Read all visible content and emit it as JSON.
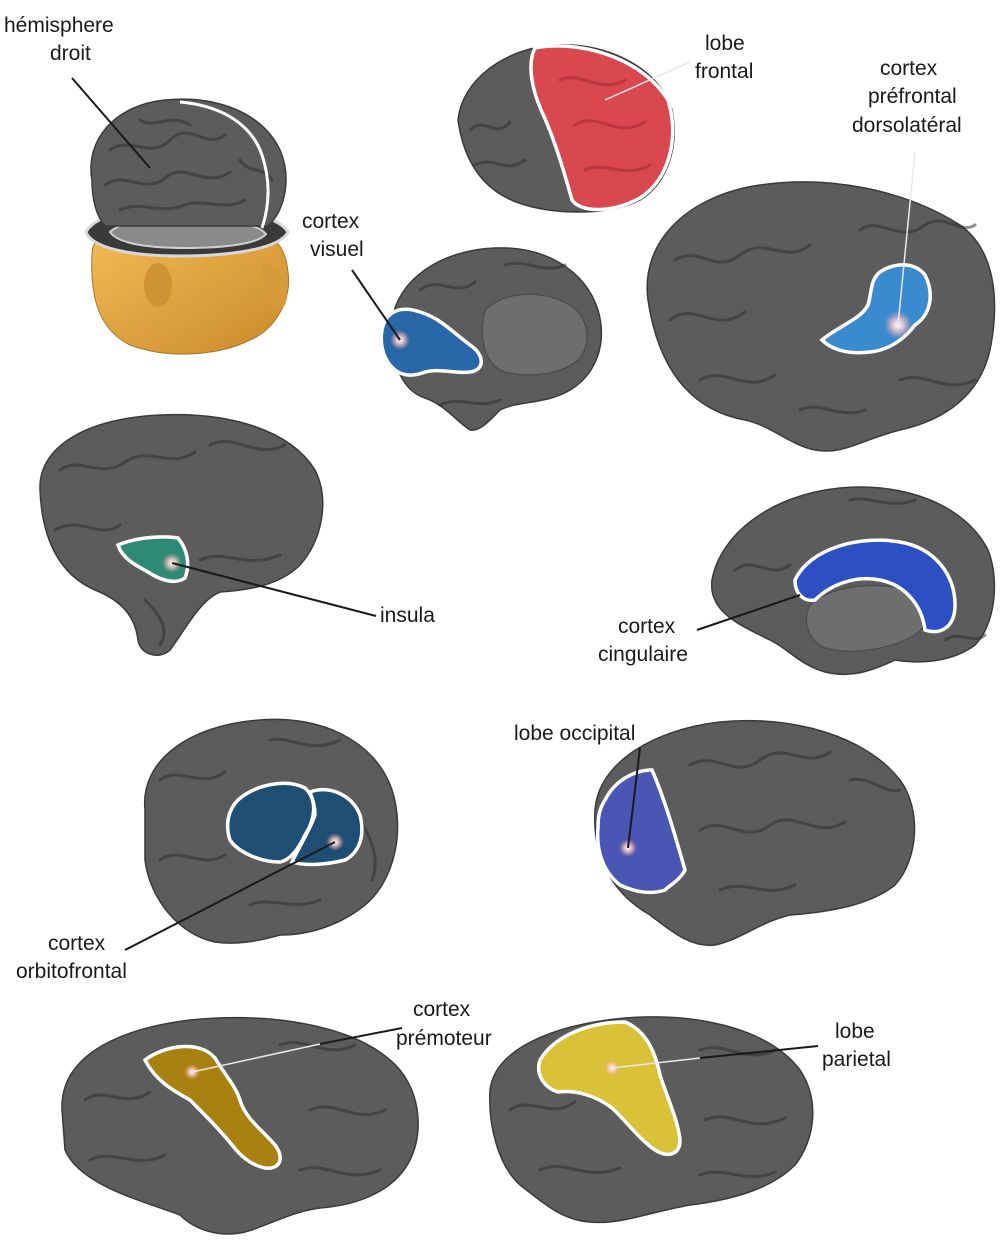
{
  "labels": {
    "hemisphere": [
      "hémisphere",
      "droit"
    ],
    "frontal": [
      "lobe",
      "frontal"
    ],
    "dlpfc": [
      "cortex",
      "préfrontal",
      "dorsolatéral"
    ],
    "visual": [
      "cortex",
      "visuel"
    ],
    "insula": [
      "insula"
    ],
    "cingulate": [
      "cortex",
      "cingulaire"
    ],
    "occipital": [
      "lobe occipital"
    ],
    "orbitofrontal": [
      "cortex",
      "orbitofrontal"
    ],
    "premotor": [
      "cortex",
      "prémoteur"
    ],
    "parietal": [
      "lobe",
      "parietal"
    ]
  },
  "colors": {
    "brain": "#5c5c5c",
    "head": "#e0a440",
    "frontal": "#d9474f",
    "dlpfc": "#3a8ad0",
    "visual": "#2a67a8",
    "insula": "#2f8a75",
    "cingulate": "#2d4fc4",
    "occipital": "#4a56b4",
    "orbitofrontal": "#1f4e74",
    "premotor": "#a88110",
    "parietal": "#d9c238",
    "outline": "#ffffff"
  }
}
